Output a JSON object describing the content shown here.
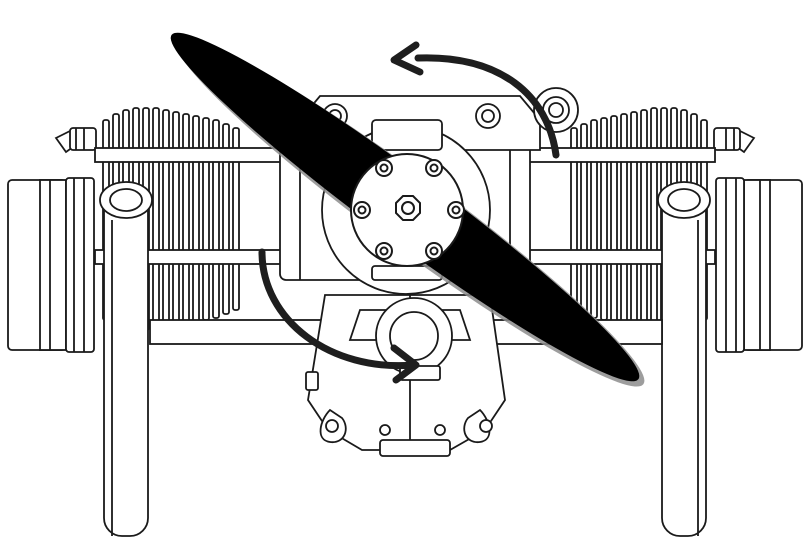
{
  "diagram": {
    "subject": "engine-front-view-with-propeller",
    "rotation_arrows": [
      "counterclockwise-arrow-top",
      "clockwise-arrow-bottom"
    ],
    "colors": {
      "line": "#1a1a1a",
      "fill": "#ffffff",
      "propeller": "#000000",
      "propeller_shadow": "#8c8c8c",
      "arrow": "#1e1e1e"
    }
  }
}
